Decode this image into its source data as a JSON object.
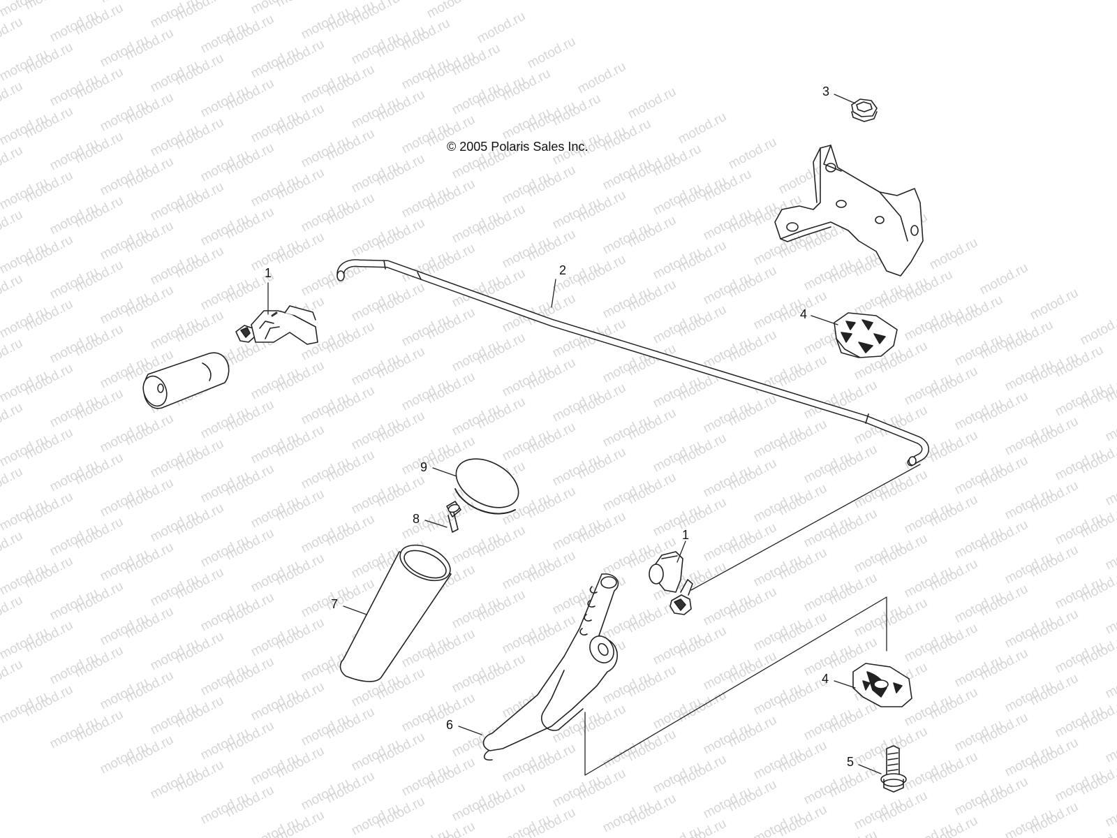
{
  "watermark": "motod.ru",
  "copyright": "© 2005 Polaris Sales Inc.",
  "callouts": [
    {
      "id": "c1a",
      "label": "1"
    },
    {
      "id": "c1b",
      "label": "1"
    },
    {
      "id": "c2",
      "label": "2"
    },
    {
      "id": "c3",
      "label": "3"
    },
    {
      "id": "c4a",
      "label": "4"
    },
    {
      "id": "c4b",
      "label": "4"
    },
    {
      "id": "c5",
      "label": "5"
    },
    {
      "id": "c6",
      "label": "6"
    },
    {
      "id": "c7",
      "label": "7"
    },
    {
      "id": "c8",
      "label": "8"
    },
    {
      "id": "c9",
      "label": "9"
    }
  ]
}
